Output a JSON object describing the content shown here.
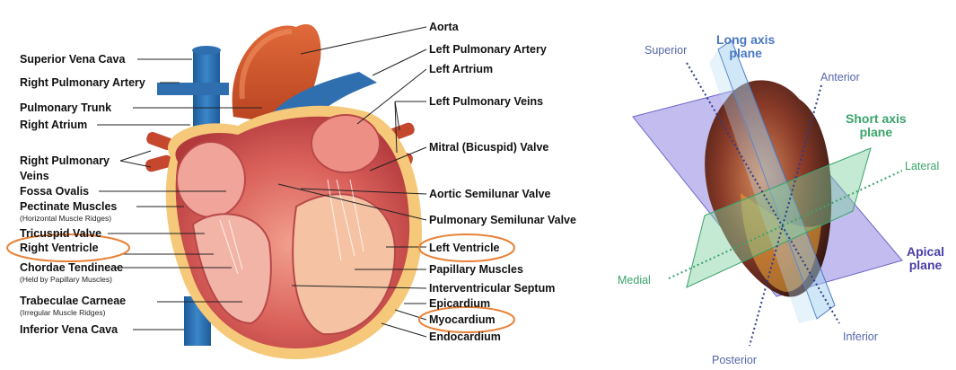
{
  "left_diagram": {
    "labels_left": {
      "superior_vena_cava": "Superior Vena Cava",
      "right_pulmonary_artery": "Right Pulmonary Artery",
      "pulmonary_trunk": "Pulmonary Trunk",
      "right_atrium": "Right Atrium",
      "right_pulmonary_veins_1": "Right Pulmonary",
      "right_pulmonary_veins_2": "Veins",
      "fossa_ovalis": "Fossa Ovalis",
      "pectinate_muscles": "Pectinate Muscles",
      "pectinate_muscles_note": "(Horizontal Muscle Ridges)",
      "tricuspid_valve": "Tricuspid Valve",
      "right_ventricle": "Right Ventricle",
      "chordae_tendineae": "Chordae Tendineae",
      "chordae_tendineae_note": "(Held by Papillary Muscles)",
      "trabeculae_carneae": "Trabeculae Carneae",
      "trabeculae_carneae_note": "(Irregular Muscle Ridges)",
      "inferior_vena_cava": "Inferior Vena Cava"
    },
    "labels_right": {
      "aorta": "Aorta",
      "left_pulmonary_artery": "Left Pulmonary Artery",
      "left_atrium": "Left Artrium",
      "left_pulmonary_veins": "Left Pulmonary Veins",
      "mitral_valve": "Mitral (Bicuspid) Valve",
      "aortic_semilunar_valve": "Aortic Semilunar Valve",
      "pulmonary_semilunar_valve": "Pulmonary Semilunar Valve",
      "left_ventricle": "Left Ventricle",
      "papillary_muscles": "Papillary Muscles",
      "interventricular_septum": "Interventricular Septum",
      "epicardium": "Epicardium",
      "myocardium": "Myocardium",
      "endocardium": "Endocardium"
    },
    "highlight_color": "#e8823a"
  },
  "right_diagram": {
    "directions": {
      "superior": "Superior",
      "anterior": "Anterior",
      "lateral": "Lateral",
      "medial": "Medial",
      "inferior": "Inferior",
      "posterior": "Posterior"
    },
    "planes": {
      "long_axis_1": "Long axis",
      "long_axis_2": "plane",
      "short_axis_1": "Short axis",
      "short_axis_2": "plane",
      "apical_1": "Apical",
      "apical_2": "plane"
    },
    "colors": {
      "long_axis": "#4a78c4",
      "short_axis": "#3aa36a",
      "apical": "#4a3ea8",
      "direction_text": "#5566aa"
    }
  }
}
